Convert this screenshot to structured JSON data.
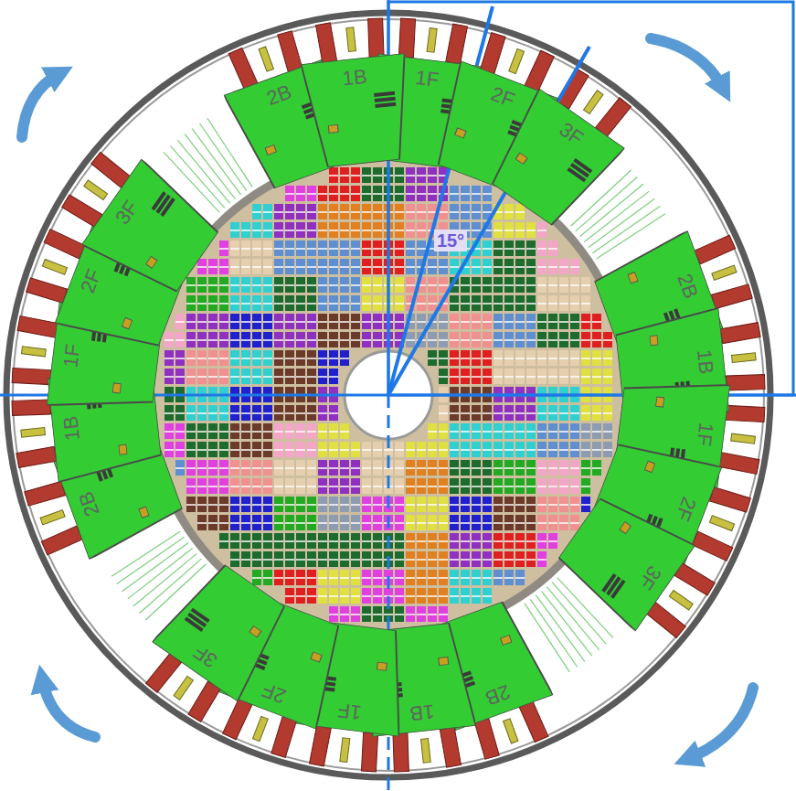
{
  "diagram": {
    "nodes": [
      {
        "text": [
          "1F"
        ]
      },
      {
        "text": [
          "2F"
        ]
      },
      {
        "text": [
          "3F"
        ]
      },
      {
        "text": [
          "2B"
        ]
      },
      {
        "text": [
          "1B"
        ]
      },
      {
        "text": [
          "1F"
        ]
      },
      {
        "text": [
          "2F"
        ]
      },
      {
        "text": [
          "3F"
        ]
      },
      {
        "text": [
          "2B"
        ]
      },
      {
        "text": [
          "1B"
        ]
      },
      {
        "text": [
          "1F"
        ]
      },
      {
        "text": [
          "2F"
        ]
      },
      {
        "text": [
          "3F"
        ]
      },
      {
        "text": [
          "2B"
        ]
      },
      {
        "text": [
          "1B"
        ]
      },
      {
        "text": [
          "1F"
        ]
      },
      {
        "text": [
          "2F"
        ]
      },
      {
        "text": [
          "3F"
        ]
      },
      {
        "text": [
          "2B"
        ]
      },
      {
        "text": [
          "1B"
        ]
      }
    ],
    "labels": [
      "15°"
    ]
  }
}
